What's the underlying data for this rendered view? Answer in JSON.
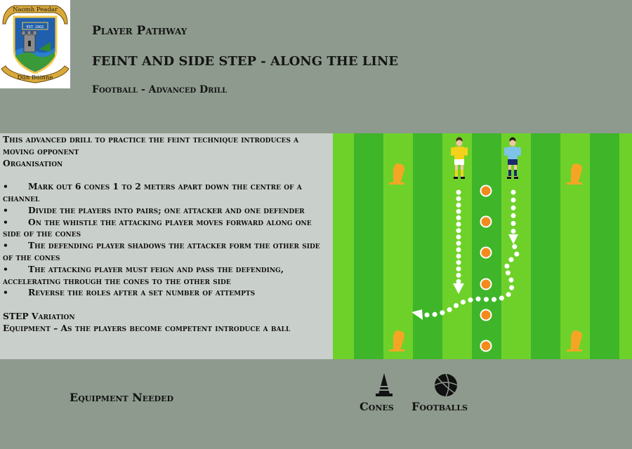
{
  "crest": {
    "motto_top": "Naomh Peadar",
    "est": "EST. 1902",
    "motto_bottom": "Dún Búinne"
  },
  "header": {
    "pathway": "Player Pathway",
    "title": "FEINT AND SIDE STEP - ALONG THE LINE",
    "subtitle": "Football - Advanced Drill"
  },
  "description": {
    "intro": "This advanced drill to practice the feint technique introduces a moving opponent",
    "organisation_heading": "Organisation",
    "bullet_symbol": "•",
    "bullets": [
      "Mark out 6 cones 1 to 2 meters apart down the centre of a channel",
      "Divide the players into pairs; one attacker and one defender",
      "On the whistle the attacking player moves forward along one side of the cones",
      "The defending player shadows the attacker form the other side of the cones",
      "The attacking player must feign and pass the defending, accelerating through the cones to the other side",
      "Reverse the roles after a set number of attempts"
    ],
    "variation": "STEP Variation",
    "equipment_note": "Equipment – As the players become competent introduce a ball"
  },
  "pitch": {
    "stripe_light": "#6ed12a",
    "stripe_dark": "#3fb52a",
    "cone_color": "#f5a524",
    "disc_color": "#f28a1c",
    "path_color": "#ffffff",
    "attacker_kit": "#f4d21a",
    "defender_kit": "#7ec3e8"
  },
  "equipment": {
    "label": "Equipment Needed",
    "items": [
      {
        "name": "Cones",
        "icon": "cone-icon"
      },
      {
        "name": "Footballs",
        "icon": "football-icon"
      }
    ]
  }
}
